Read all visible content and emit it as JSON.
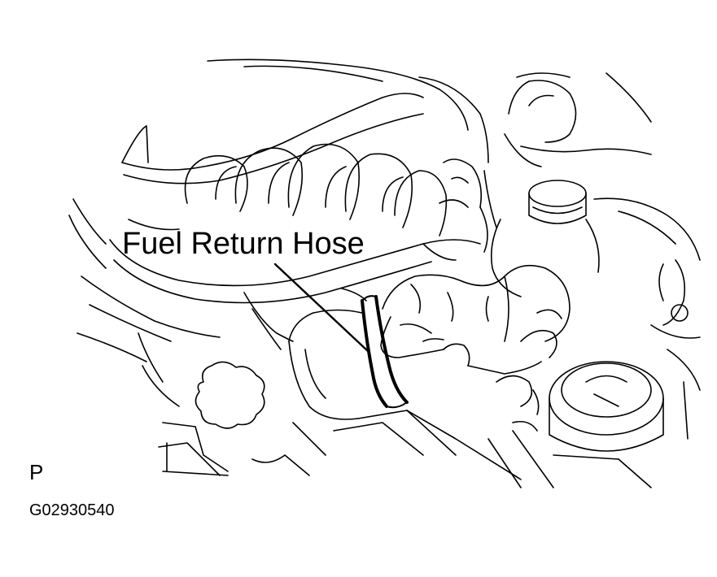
{
  "diagram": {
    "callout_label": "Fuel Return Hose",
    "view_code": "P",
    "figure_code": "G02930540"
  },
  "colors": {
    "ink": "#000000",
    "paper": "#ffffff"
  }
}
